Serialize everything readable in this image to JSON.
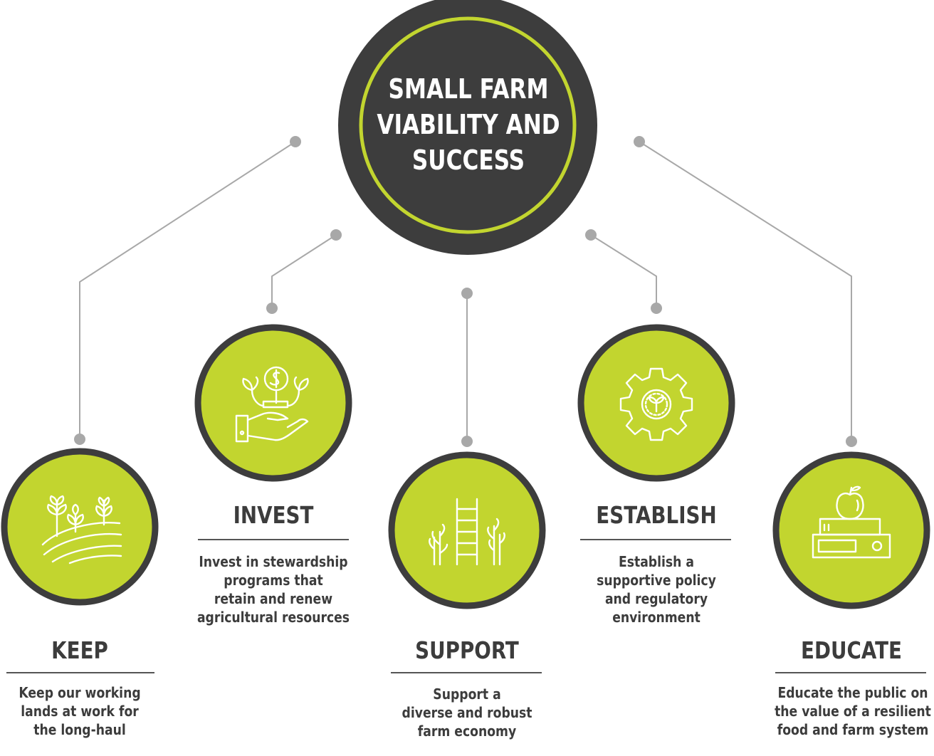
{
  "colors": {
    "hub_fill": "#3d3d3d",
    "accent": "#c2d52f",
    "connector": "#a8a8a8",
    "text": "#3c3c3c"
  },
  "hub": {
    "title_lines": [
      "SMALL FARM",
      "VIABILITY AND",
      "SUCCESS"
    ]
  },
  "pillars": {
    "keep": {
      "icon": "farm-field-icon",
      "title": "KEEP",
      "desc_lines": [
        "Keep our working",
        "lands at work for",
        "the long-haul"
      ]
    },
    "invest": {
      "icon": "money-plant-hand-icon",
      "title": "INVEST",
      "desc_lines": [
        "Invest in stewardship",
        "programs that",
        "retain and renew",
        "agricultural resources"
      ]
    },
    "support": {
      "icon": "ladder-vines-icon",
      "title": "SUPPORT",
      "desc_lines": [
        "Support a",
        "diverse and robust",
        "farm economy"
      ]
    },
    "establish": {
      "icon": "gear-sprout-icon",
      "title": "ESTABLISH",
      "desc_lines": [
        "Establish a",
        "supportive policy",
        "and regulatory",
        "environment"
      ]
    },
    "educate": {
      "icon": "apple-books-icon",
      "title": "EDUCATE",
      "desc_lines": [
        "Educate the public on",
        "the value of a resilient",
        "food and farm system"
      ]
    }
  }
}
